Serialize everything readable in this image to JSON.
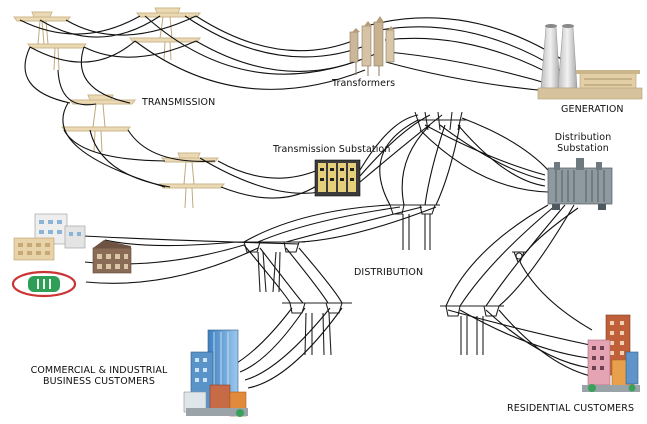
{
  "labels": {
    "transmission": "TRANSMISSION",
    "transformers": "Transformers",
    "generation": "GENERATION",
    "transmission_substation": "Transmission Substation",
    "distribution_substation_line1": "Distribution",
    "distribution_substation_line2": "Substation",
    "distribution": "DISTRIBUTION",
    "commercial_line1": "COMMERCIAL & INDUSTRIAL",
    "commercial_line2": "BUSINESS CUSTOMERS",
    "residential": "RESIDENTIAL CUSTOMERS"
  },
  "colors": {
    "wire": "#111111",
    "tower": "#e2cfa6",
    "plant": "#d9c7a1",
    "substation": "#3b3b3b",
    "transformer": "#8e9aa0",
    "building_brick": "#c0603a",
    "building_glass": "#4f8fc9",
    "pole": "#2a2a2a"
  }
}
